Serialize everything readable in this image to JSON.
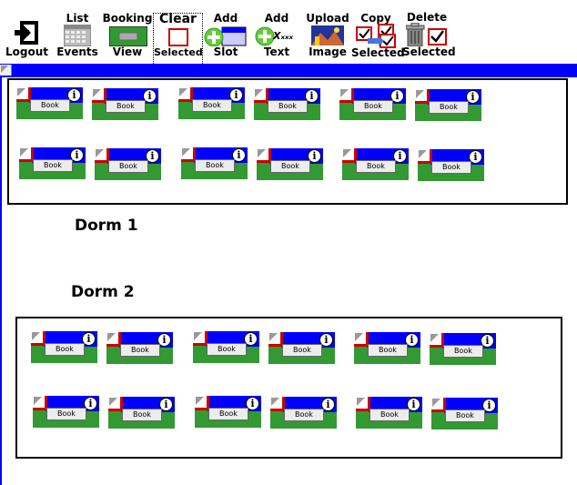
{
  "toolbar": {
    "logout": "Logout",
    "list_events_1": "List",
    "list_events_2": "Events",
    "booking_view_1": "Booking",
    "booking_view_2": "View",
    "clear_selected_1": "Clear",
    "clear_selected_2": "Selected",
    "add_slot_1": "Add",
    "add_slot_2": "Slot",
    "add_text_1": "Add",
    "add_text_2": "Text",
    "add_text_glyph": "Xₓₓₓ",
    "upload_image_1": "Upload",
    "upload_image_2": "Image",
    "copy_selected_1": "Copy",
    "copy_selected_2": "Selected",
    "delete_selected_1": "Delete",
    "delete_selected_2": "Selected"
  },
  "labels": {
    "dorm1": "Dorm 1",
    "dorm2": "Dorm 2"
  },
  "slot": {
    "book_label": "Book",
    "info_glyph": "i"
  },
  "colors": {
    "accent_blue": "#0000ff",
    "slot_green": "#339933",
    "select_red": "#cc0000"
  }
}
